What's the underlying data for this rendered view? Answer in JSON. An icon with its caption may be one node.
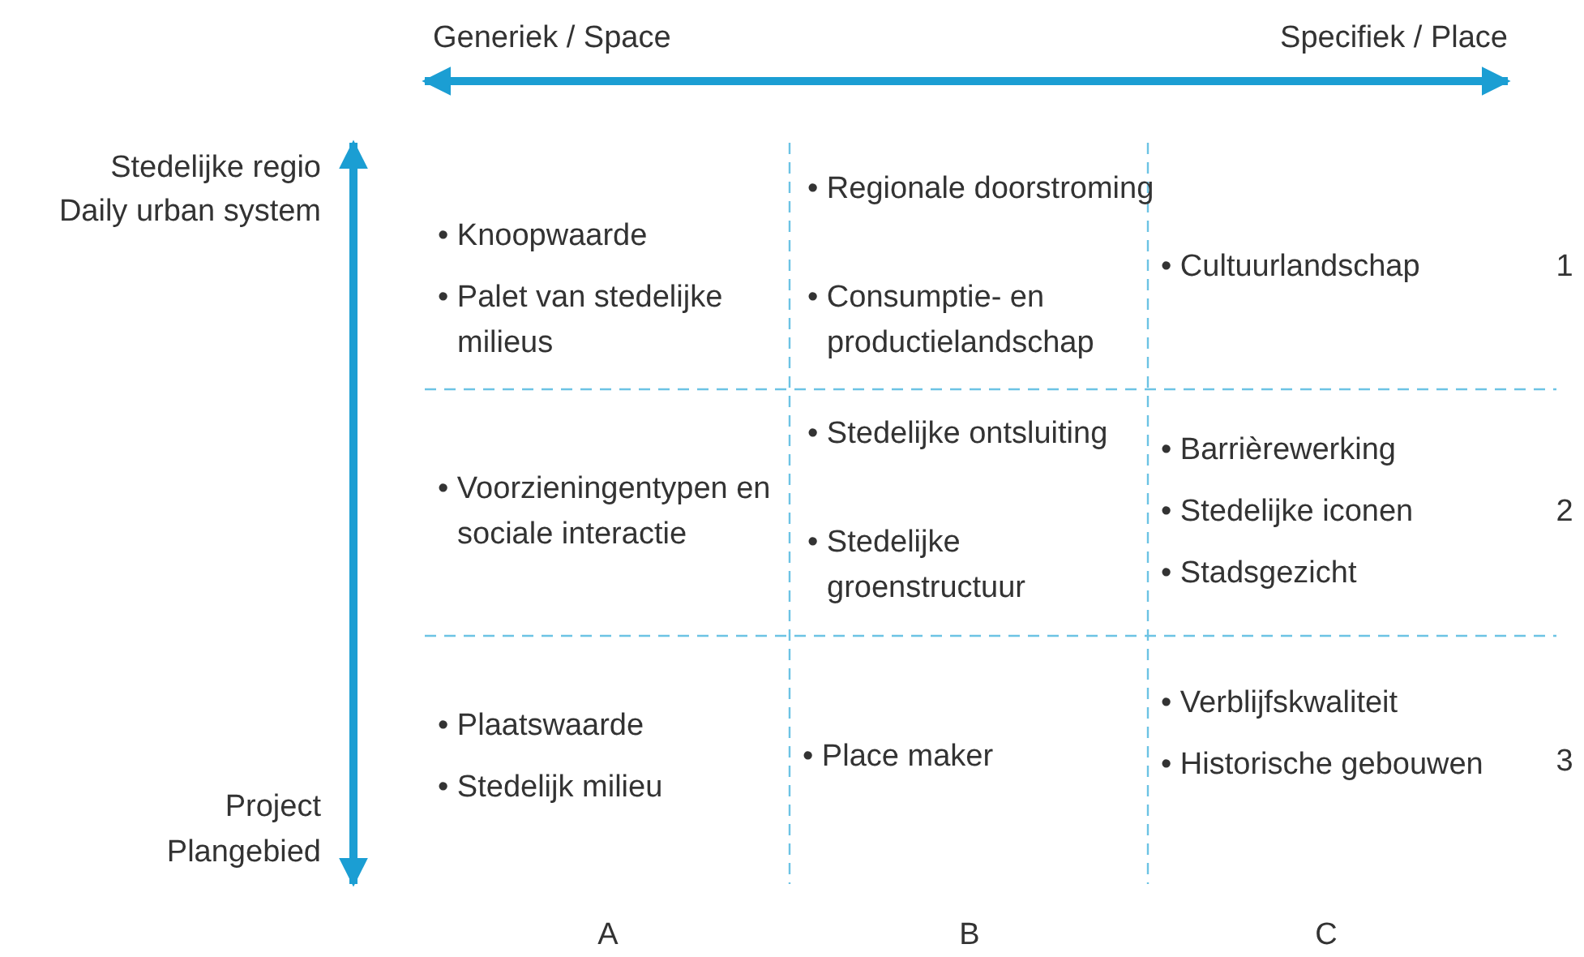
{
  "diagram": {
    "labels": [
      "Generiek / Space",
      "Specifiek / Place",
      "Stedelijke regio",
      "Daily urban system",
      "• Knoopwaarde",
      "• Palet van stedelijke milieus",
      "• Regionale doorstroming",
      "• Consumptie- en productielandschap",
      "• Cultuurlandschap",
      "1",
      "• Voorzieningentypen en sociale interactie",
      "• Stedelijke ontsluiting",
      "• Stedelijke groenstructuur",
      "• Barrièrewerking",
      "• Stedelijke iconen",
      "• Stadsgezicht",
      "2",
      "• Plaatswaarde",
      "• Stedelijk milieu",
      "• Place maker",
      "• Verblijfskwaliteit",
      "• Historische gebouwen",
      "3",
      "Project",
      "Plangebied",
      "A",
      "B",
      "C"
    ]
  }
}
